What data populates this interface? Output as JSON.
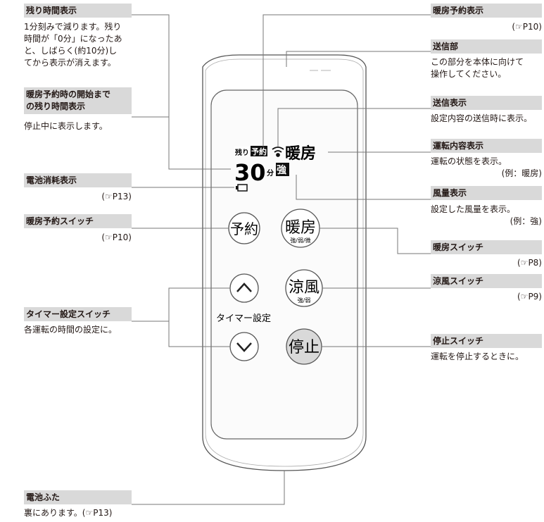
{
  "left": {
    "remaining_time": {
      "title": "残り時間表示",
      "body": [
        "1分刻みで減ります。残り",
        "時間が「0分」になったあ",
        "と、しばらく(約10分)し",
        "てから表示が消えます。"
      ]
    },
    "heating_reserve_remaining": {
      "title_lines": [
        "暖房予約時の開始まで",
        "の残り時間表示"
      ],
      "body": "停止中に表示します。"
    },
    "battery_indicator": {
      "title": "電池消耗表示",
      "ref": "(☞P13)"
    },
    "heating_reserve_switch": {
      "title": "暖房予約スイッチ",
      "ref": "(☞P10)"
    },
    "timer_switch": {
      "title": "タイマー設定スイッチ",
      "body": "各運転の時間の設定に。"
    },
    "battery_cover": {
      "title": "電池ふた",
      "body": "裏にあります。(☞P13)"
    }
  },
  "right": {
    "heating_reserve_display": {
      "title": "暖房予約表示",
      "ref": "(☞P10)"
    },
    "transmitter": {
      "title": "送信部",
      "body": [
        "この部分を本体に向けて",
        "操作してください。"
      ]
    },
    "transmit_display": {
      "title": "送信表示",
      "body": "設定内容の送信時に表示。"
    },
    "operation_display": {
      "title": "運転内容表示",
      "body": "運転の状態を表示。",
      "example": "(例：暖房)"
    },
    "fan_display": {
      "title": "風量表示",
      "body": "設定した風量を表示。",
      "example": "(例：強)"
    },
    "heating_switch": {
      "title": "暖房スイッチ",
      "ref": "(☞P8)"
    },
    "cool_switch": {
      "title": "涼風スイッチ",
      "ref": "(☞P9)"
    },
    "stop_switch": {
      "title": "停止スイッチ",
      "body": "運転を停止するときに。"
    }
  },
  "remote": {
    "lcd": {
      "remain_label": "残り",
      "reserve_label": "予約",
      "minutes": "30",
      "minutes_unit": "分",
      "mode": "暖房",
      "strength": "強"
    },
    "buttons": {
      "reserve": "予約",
      "heating": "暖房",
      "heating_sub": "強/弱/微",
      "cool": "涼風",
      "cool_sub": "強/弱",
      "timer_label": "タイマー設定",
      "stop": "停止"
    }
  }
}
